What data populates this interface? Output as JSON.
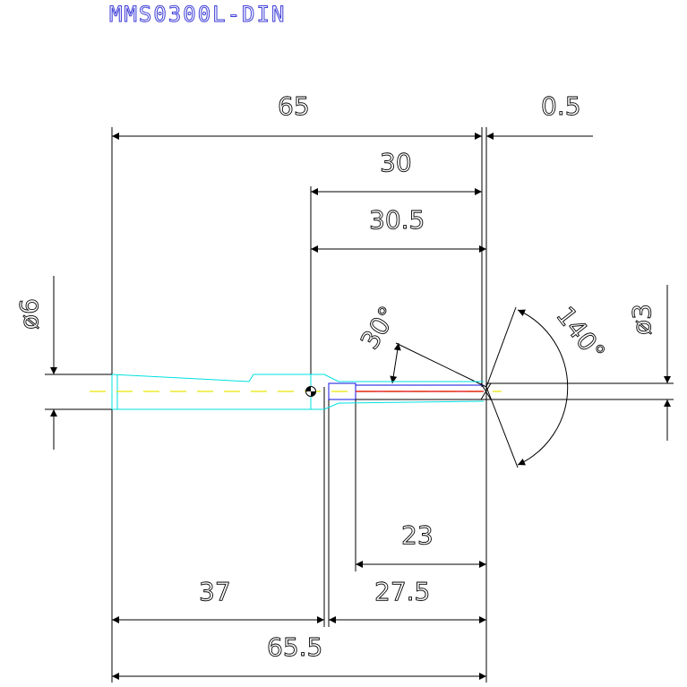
{
  "title": "MMS0300L-DIN",
  "dimensions": {
    "d65": "65",
    "d0_5": "0.5",
    "d30": "30",
    "d30_5": "30.5",
    "dia6": "ø6",
    "ang30": "30°",
    "ang140": "140°",
    "dia3": "ø3",
    "d23": "23",
    "d37": "37",
    "d27_5": "27.5",
    "d65_5": "65.5"
  },
  "colors": {
    "outline": "#000000",
    "tool_body": "#00e0e0",
    "centerline": "#e6e600",
    "cutting_edge": "#e00000",
    "insert": "#1010e0",
    "title": "#3a3ad8"
  }
}
